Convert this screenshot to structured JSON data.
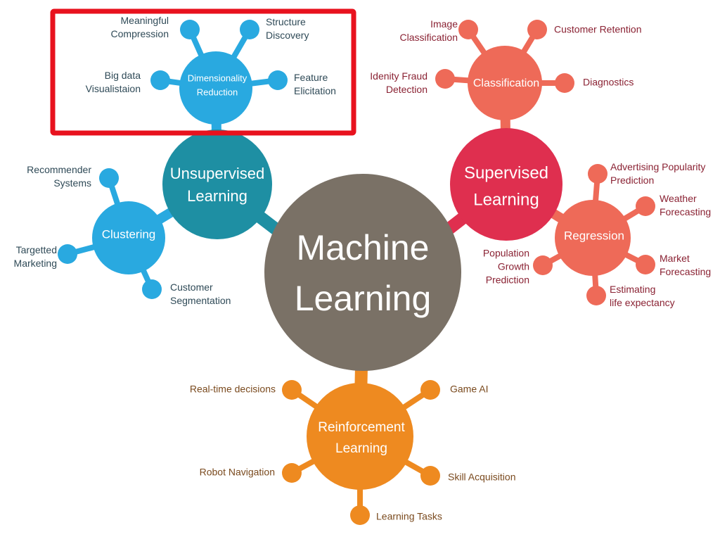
{
  "colors": {
    "center": "#7a7166",
    "unsupervised": "#1e8fa3",
    "dimensionality": "#29a9e0",
    "clustering": "#29a9e0",
    "supervised": "#df2f4f",
    "classification": "#ee6a58",
    "regression": "#ee6a58",
    "reinforcement": "#ee8a20",
    "highlight": "#e8121e"
  },
  "center": {
    "lines": [
      "Machine",
      "Learning"
    ]
  },
  "unsupervised": {
    "lines": [
      "Unsupervised",
      "Learning"
    ]
  },
  "dimensionality": {
    "lines": [
      "Dimensionality",
      "Reduction"
    ],
    "leaves": [
      {
        "lines": [
          "Meaningful",
          "Compression"
        ]
      },
      {
        "lines": [
          "Structure",
          "Discovery"
        ]
      },
      {
        "lines": [
          "Big data",
          "Visualistaion"
        ]
      },
      {
        "lines": [
          "Feature",
          "Elicitation"
        ]
      }
    ]
  },
  "clustering": {
    "lines": [
      "Clustering"
    ],
    "leaves": [
      {
        "lines": [
          "Recommender",
          "Systems"
        ]
      },
      {
        "lines": [
          "Targetted",
          "Marketing"
        ]
      },
      {
        "lines": [
          "Customer",
          "Segmentation"
        ]
      }
    ]
  },
  "supervised": {
    "lines": [
      "Supervised",
      "Learning"
    ]
  },
  "classification": {
    "lines": [
      "Classification"
    ],
    "leaves": [
      {
        "lines": [
          "Image",
          "Classification"
        ]
      },
      {
        "lines": [
          "Customer Retention"
        ]
      },
      {
        "lines": [
          "Idenity Fraud",
          "Detection"
        ]
      },
      {
        "lines": [
          "Diagnostics"
        ]
      }
    ]
  },
  "regression": {
    "lines": [
      "Regression"
    ],
    "leaves": [
      {
        "lines": [
          "Advertising Popularity",
          "Prediction"
        ]
      },
      {
        "lines": [
          "Weather",
          "Forecasting"
        ]
      },
      {
        "lines": [
          "Population",
          "Growth",
          "Prediction"
        ]
      },
      {
        "lines": [
          "Market",
          "Forecasting"
        ]
      },
      {
        "lines": [
          "Estimating",
          "life expectancy"
        ]
      }
    ]
  },
  "reinforcement": {
    "lines": [
      "Reinforcement",
      "Learning"
    ],
    "leaves": [
      {
        "lines": [
          "Real-time decisions"
        ]
      },
      {
        "lines": [
          "Game AI"
        ]
      },
      {
        "lines": [
          "Robot Navigation"
        ]
      },
      {
        "lines": [
          "Skill Acquisition"
        ]
      },
      {
        "lines": [
          "Learning Tasks"
        ]
      }
    ]
  }
}
